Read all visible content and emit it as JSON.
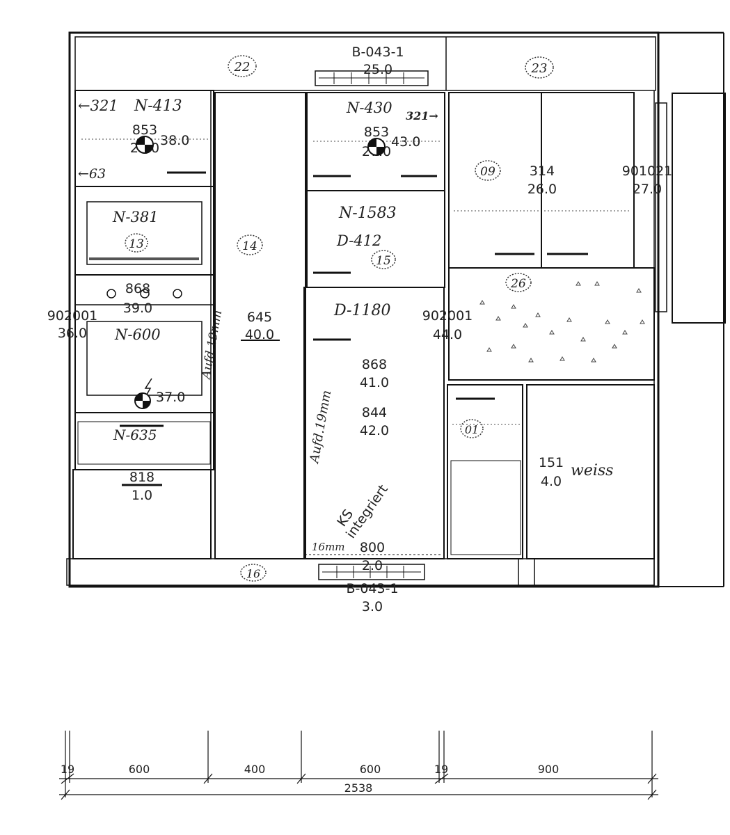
{
  "top_left_cabinet_number": "22",
  "top_center_label": "B-043-1",
  "top_center_value": "25.0",
  "top_right_cabinet_number": "23",
  "left_column": {
    "arrow_321": "321",
    "top_code": "N-413",
    "top_ref": "853",
    "top_value": "38.0",
    "top_sub": "27.0",
    "arrow_63": "63",
    "microwave_code": "N-381",
    "microwave_number": "13",
    "hob_ref": "868",
    "hob_value": "39.0",
    "oven_code": "N-600",
    "oven_value": "37.0",
    "side_ref": "902001",
    "side_value": "36.0",
    "vertical_note": "Aufd.19mm",
    "drawer_code": "N-635",
    "bottom_ref": "818",
    "bottom_value": "1.0"
  },
  "panel_14": {
    "number": "14",
    "ref": "645",
    "value": "40.0"
  },
  "center_column": {
    "top_code": "N-430",
    "arrow_321": "321",
    "top_ref": "853",
    "top_value": "43.0",
    "top_sub": "27.0",
    "mid_code": "N-1583",
    "mid_code2": "D-412",
    "mid_number": "15",
    "door_code": "D-1180",
    "ref_a": "868",
    "value_a": "41.0",
    "ref_b": "844",
    "value_b": "42.0",
    "vertical_note": "Aufd.19mm",
    "fridge_line1": "KS",
    "fridge_line2": "integriert",
    "gap_note": "16mm",
    "bottom_ref": "800",
    "bottom_value": "2.0"
  },
  "right_column": {
    "wall_number": "09",
    "wall_ref": "314",
    "wall_value": "26.0",
    "side_ref": "901021",
    "side_value": "27.0",
    "worktop_number": "26",
    "worktop_ref": "902001",
    "worktop_value": "44.0",
    "base_number": "01",
    "base_ref": "151",
    "base_value": "4.0",
    "color_note": "weiss"
  },
  "plinth": {
    "number": "16",
    "label": "B-043-1",
    "value": "3.0"
  },
  "dimensions": {
    "seg1": "19",
    "seg2": "600",
    "seg3": "400",
    "seg4": "600",
    "seg5": "19",
    "seg6": "900",
    "total": "2538"
  }
}
